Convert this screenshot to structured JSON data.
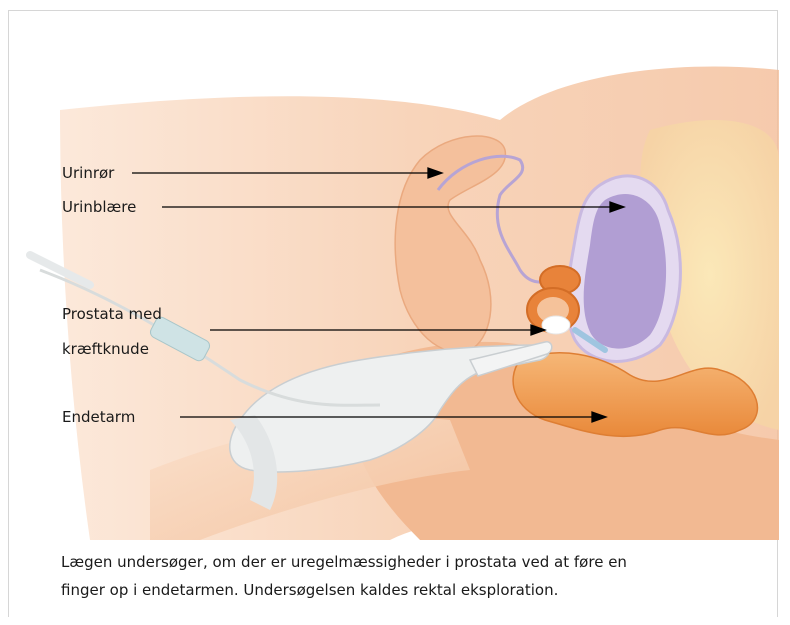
{
  "labels": {
    "urethra": "Urinrør",
    "bladder": "Urinblære",
    "prostate_line1": "Prostata med",
    "prostate_line2": "kræftknude",
    "rectum": "Endetarm"
  },
  "caption": {
    "line1": "Lægen undersøger, om der er uregelmæssigheder i prostata ved at føre en",
    "line2": "finger op i endetarmen. Undersøgelsen kaldes rektal eksploration."
  },
  "colors": {
    "skin": "#f6c9a8",
    "skin_dark": "#efb08a",
    "bladder": "#b7a4d4",
    "bladder_wall": "#d9cdea",
    "rectum": "#ef9a4c",
    "glove": "#eef0f0",
    "prostate": "#e8833a",
    "tumor": "#ffffff",
    "arrow": "#000000"
  }
}
